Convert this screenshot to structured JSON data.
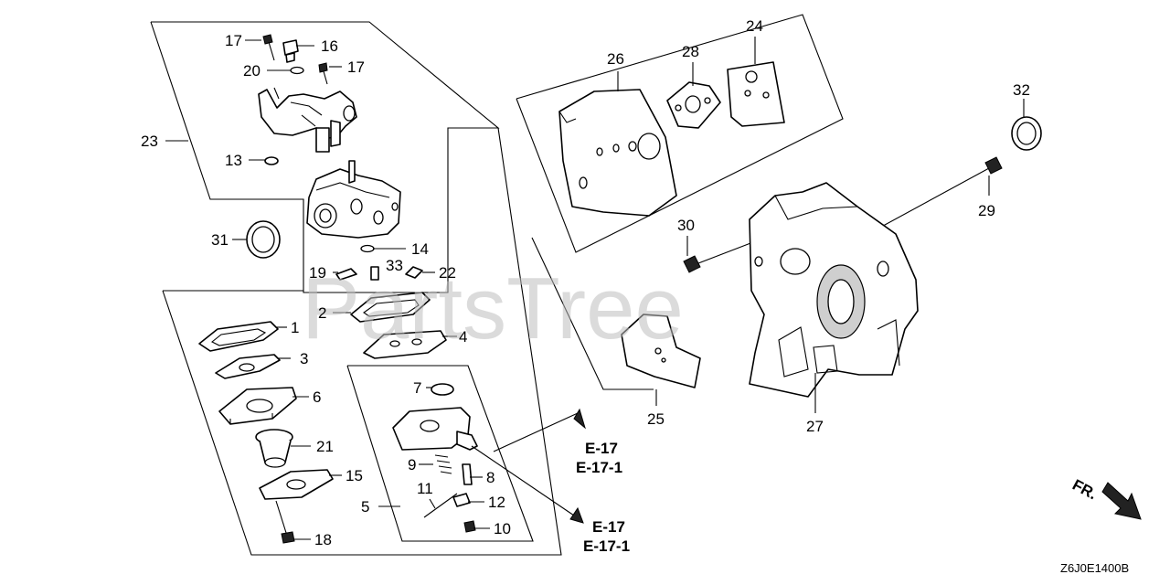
{
  "watermark": "PartsTree",
  "drawing_code": "Z6J0E1400B",
  "direction_label": "FR.",
  "references": [
    {
      "line1": "E-17",
      "line2": "E-17-1"
    },
    {
      "line1": "E-17",
      "line2": "E-17-1"
    }
  ],
  "callouts": {
    "c1": "1",
    "c2": "2",
    "c3": "3",
    "c4": "4",
    "c5": "5",
    "c6": "6",
    "c7": "7",
    "c8": "8",
    "c9": "9",
    "c10": "10",
    "c11": "11",
    "c12": "12",
    "c13": "13",
    "c14": "14",
    "c15": "15",
    "c16": "16",
    "c17a": "17",
    "c17b": "17",
    "c18": "18",
    "c19": "19",
    "c20": "20",
    "c21": "21",
    "c22": "22",
    "c23": "23",
    "c24": "24",
    "c25": "25",
    "c26": "26",
    "c27": "27",
    "c28": "28",
    "c29": "29",
    "c30": "30",
    "c31": "31",
    "c32": "32",
    "c33": "33"
  }
}
